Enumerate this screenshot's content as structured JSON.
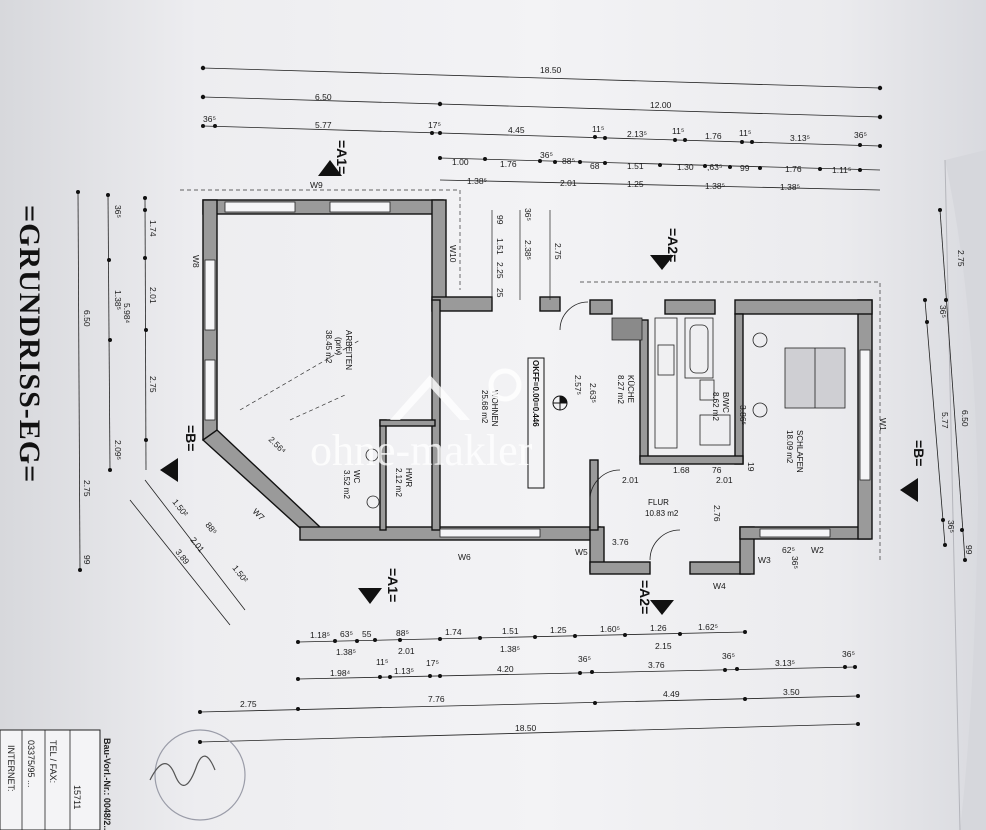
{
  "title": "=GRUNDRISS-EG=",
  "watermark": "ohne-makler",
  "sections": {
    "a1_top": "=A1=",
    "a1_bottom": "=A1=",
    "a2_top": "=A2=",
    "a2_bottom": "=A2=",
    "b_left": "=B=",
    "b_right": "=B="
  },
  "rooms": {
    "arbeiten": {
      "name": "ARBEITEN",
      "sub": "(priv)",
      "area": "38.45 m2"
    },
    "wohnen": {
      "name": "WOHNEN",
      "area": "25.68 m2"
    },
    "kueche": {
      "name": "KÜCHE",
      "area": "8.27 m2"
    },
    "bad": {
      "name": "B/WC",
      "area": "8.62 m2"
    },
    "schlafen": {
      "name": "SCHLAFEN",
      "area": "18.09 m2"
    },
    "flur": {
      "name": "FLUR",
      "area": "10.83 m2"
    },
    "hwr": {
      "name": "HWR",
      "area": "2.12 m2"
    },
    "wc": {
      "name": "WC",
      "area": "3.52 m2"
    }
  },
  "level_label": "OKFF=0.00=0.446",
  "windows": {
    "w1": "W1",
    "w2": "W2",
    "w3": "W3",
    "w4": "W4",
    "w5": "W5",
    "w6": "W6",
    "w7": "W7",
    "w8": "W8",
    "w9": "W9",
    "w10": "W10"
  },
  "dims_top": {
    "overall": "18.50",
    "r2a": "6.50",
    "r2b": "12.00",
    "r3": [
      "36⁵",
      "5.77",
      "17⁵",
      "4.45",
      "11⁵",
      "2.13⁵",
      "11⁵",
      "1.76",
      "11⁵",
      "3.13⁵",
      "36⁵"
    ],
    "r4": [
      "1.00",
      "1.76",
      "36⁵",
      "88⁵",
      "68",
      "1.51",
      "1.30",
      ",63⁵",
      "99",
      "1.76",
      "1.11⁵"
    ],
    "r5": [
      "1.38⁵",
      "2.01",
      "1.25",
      "1.38⁵",
      "1.38⁵"
    ]
  },
  "dims_bottom": {
    "r1": [
      "1.18⁵",
      "63⁵",
      "55",
      "88⁵",
      "1.74",
      "1.51",
      "1.25",
      "1.60⁵",
      "1.26",
      "1.62⁵"
    ],
    "r1b": [
      "1.38⁵",
      "2.01",
      "1.38⁵",
      "2.15"
    ],
    "r2": [
      "1.98⁴",
      "11⁵",
      "1.13⁵",
      "17⁵",
      "4.20",
      "36⁵",
      "3.76",
      "36⁵",
      "3.13⁵",
      "36⁵"
    ],
    "r3": [
      "2.75",
      "7.76",
      "4.49",
      "3.50"
    ],
    "overall": "18.50"
  },
  "dims_left": {
    "overall": "6.50",
    "r1": [
      "36⁵",
      "1.74",
      "2.01",
      "2.75",
      "99"
    ],
    "r2": [
      "1.38⁵",
      "5.98⁴",
      "2.09⁵",
      "2.75"
    ]
  },
  "dims_right": {
    "r1": [
      "2.75",
      "6.50",
      "99"
    ],
    "r2": [
      "36⁵",
      "5.77",
      "36⁵"
    ]
  },
  "dims_interior": {
    "v1": [
      "99",
      "1.51",
      "2.25",
      "25"
    ],
    "v2": [
      "36⁵",
      "2.38⁵",
      "2.75"
    ],
    "d1": [
      "1.50²",
      "88⁵",
      "2.01",
      "3.89",
      "1.50²"
    ],
    "misc": [
      "2.56⁴",
      "2.57⁵",
      "2.63⁵",
      "3.86⁵",
      "2.76",
      "3.76",
      "1.68",
      "2.01",
      "2.01",
      "76",
      "19",
      "62⁵",
      "36⁵"
    ]
  },
  "stamp": {
    "tel": "TEL / FAX:",
    "phone": "03375/95 ...",
    "bauvorl": "Bau-Vorl.-Nr.: 0048/2...",
    "internet": "INTERNET:",
    "num": "15711"
  }
}
